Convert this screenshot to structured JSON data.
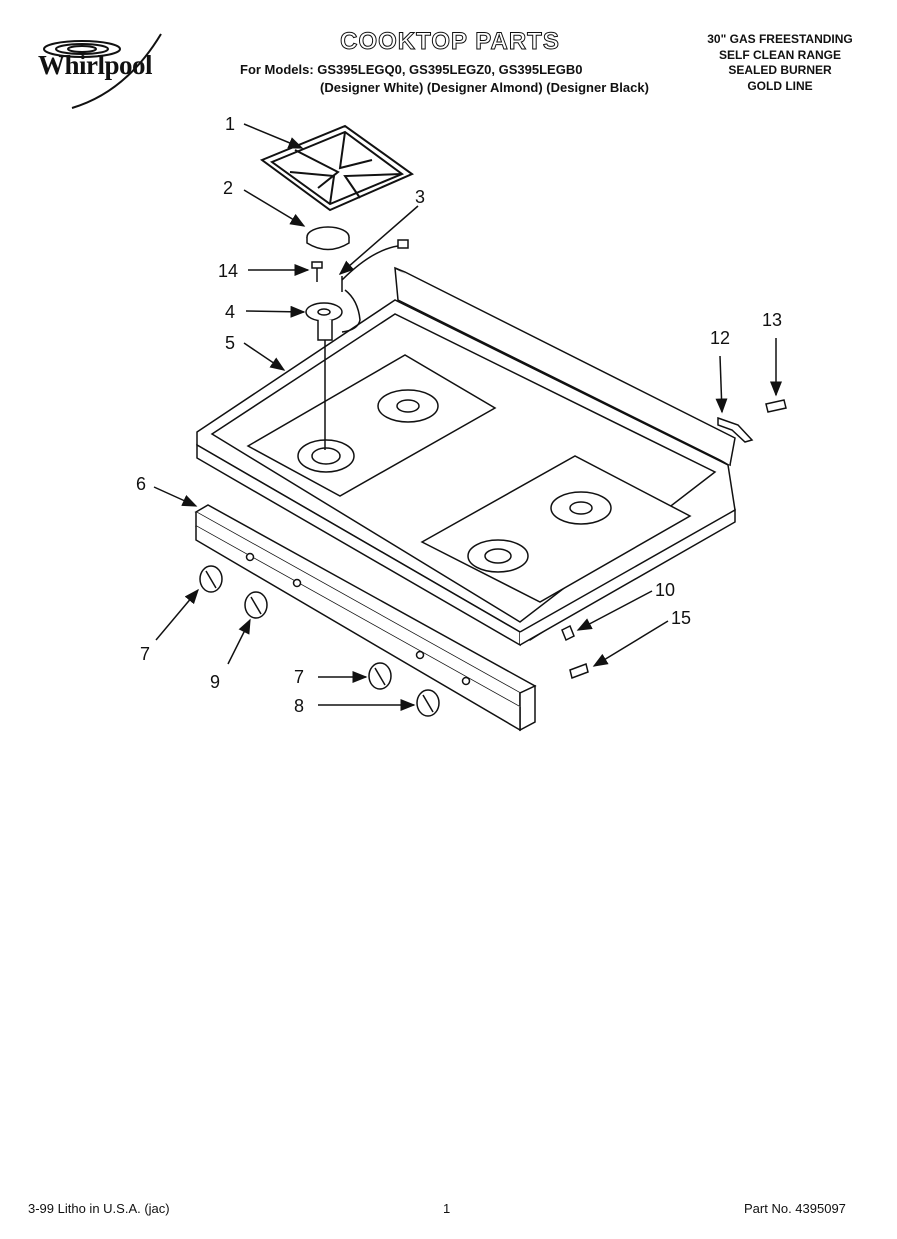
{
  "brand": "Whirlpool",
  "title": "COOKTOP PARTS",
  "models_line": "For Models: GS395LEGQ0, GS395LEGZ0, GS395LEGB0",
  "variants_line": "(Designer White) (Designer Almond) (Designer Black)",
  "product_lines": [
    "30\" GAS FREESTANDING",
    "SELF CLEAN RANGE",
    "SEALED BURNER",
    "GOLD LINE"
  ],
  "callouts": [
    "1",
    "2",
    "3",
    "14",
    "4",
    "5",
    "12",
    "13",
    "6",
    "10",
    "15",
    "7",
    "9",
    "7",
    "8"
  ],
  "footer": {
    "left": "3-99 Litho in U.S.A. (jac)",
    "page": "1",
    "part": "Part No. 4395097"
  }
}
